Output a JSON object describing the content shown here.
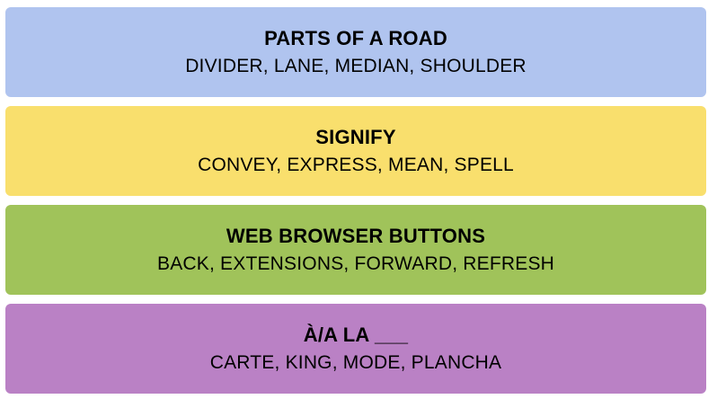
{
  "groups": [
    {
      "title": "PARTS OF A ROAD",
      "members": "DIVIDER, LANE, MEDIAN, SHOULDER",
      "color": "#b0c4ef"
    },
    {
      "title": "SIGNIFY",
      "members": "CONVEY, EXPRESS, MEAN, SPELL",
      "color": "#f9df6d"
    },
    {
      "title": "WEB BROWSER BUTTONS",
      "members": "BACK, EXTENSIONS, FORWARD, REFRESH",
      "color": "#a0c35a"
    },
    {
      "title": "À/A LA ___",
      "members": "CARTE, KING, MODE, PLANCHA",
      "color": "#ba81c5"
    }
  ]
}
